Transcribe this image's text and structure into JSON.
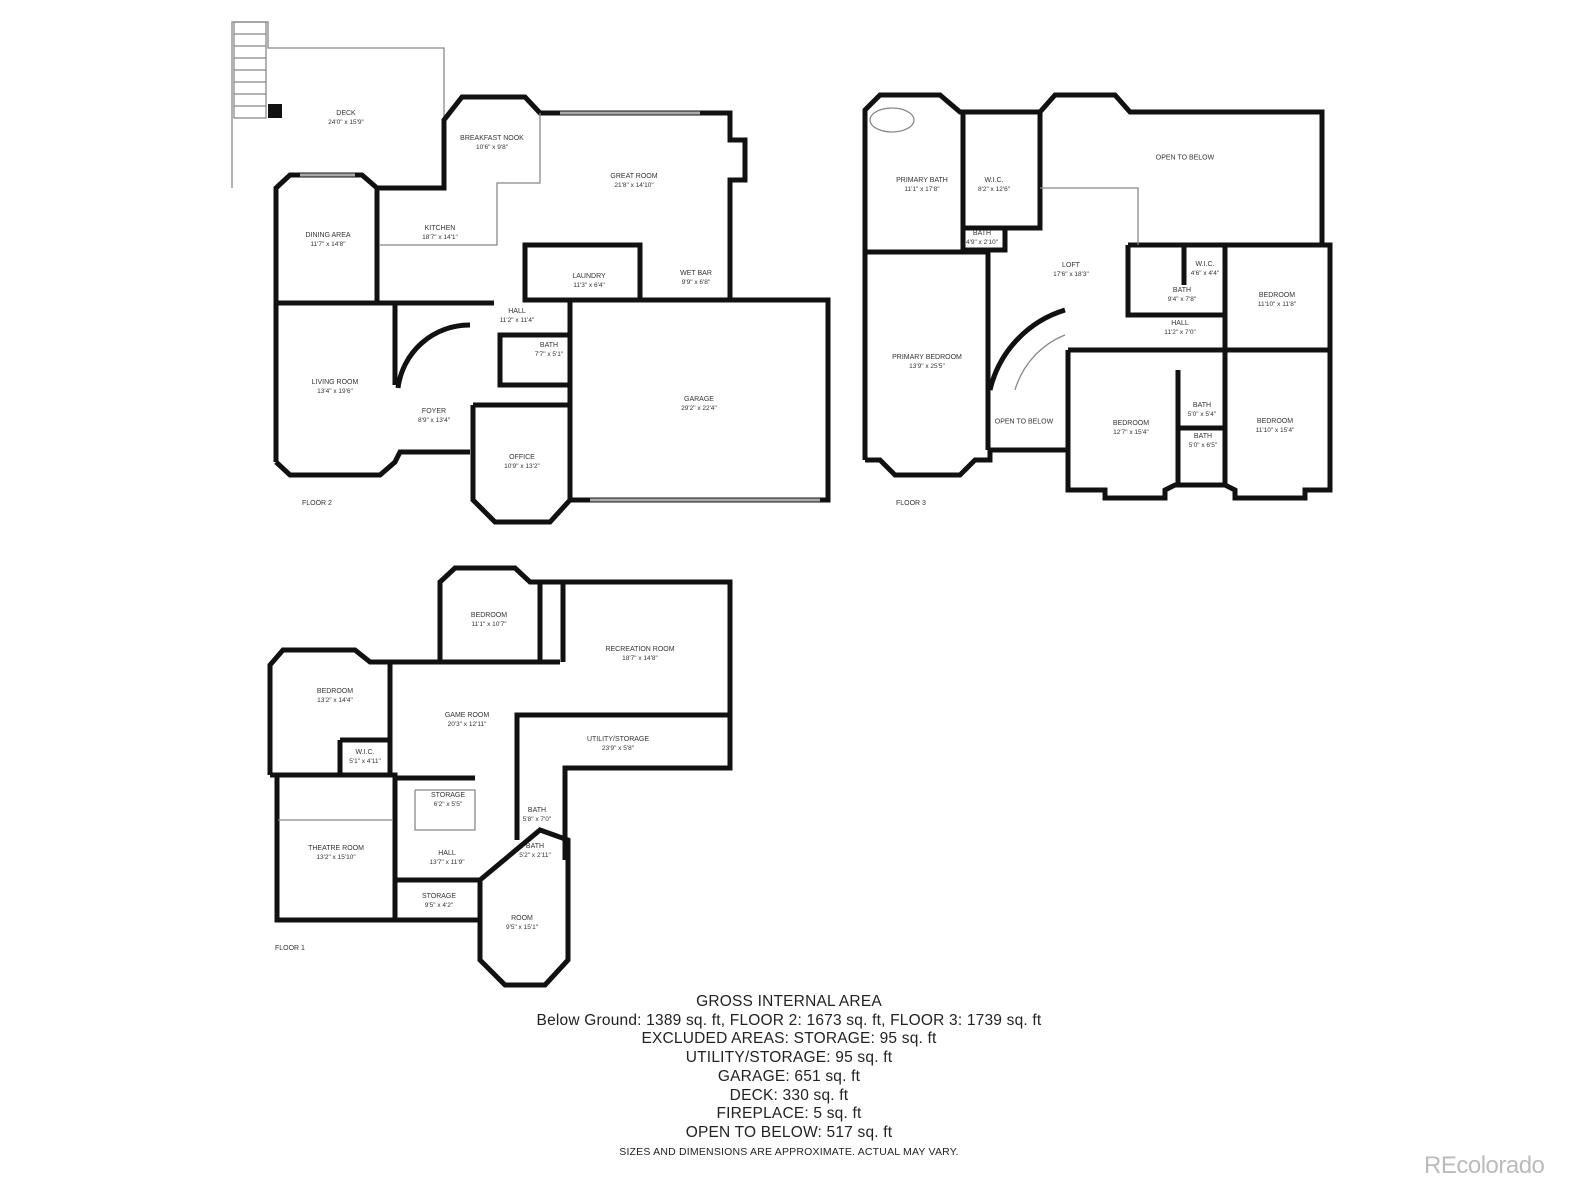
{
  "floors": [
    {
      "label": "FLOOR 2",
      "rooms": [
        {
          "name": "DECK",
          "dims": "24'0\" x 15'9\""
        },
        {
          "name": "BREAKFAST NOOK",
          "dims": "10'6\" x 9'8\""
        },
        {
          "name": "GREAT ROOM",
          "dims": "21'8\" x 14'10\""
        },
        {
          "name": "DINING AREA",
          "dims": "11'7\" x 14'8\""
        },
        {
          "name": "KITCHEN",
          "dims": "18'7\" x 14'1\""
        },
        {
          "name": "LAUNDRY",
          "dims": "11'3\" x 6'4\""
        },
        {
          "name": "WET BAR",
          "dims": "9'9\" x 6'8\""
        },
        {
          "name": "HALL",
          "dims": "11'2\" x 11'4\""
        },
        {
          "name": "BATH",
          "dims": "7'7\" x 5'1\""
        },
        {
          "name": "LIVING ROOM",
          "dims": "13'4\" x 19'6\""
        },
        {
          "name": "FOYER",
          "dims": "8'9\" x 13'4\""
        },
        {
          "name": "GARAGE",
          "dims": "29'2\" x 22'4\""
        },
        {
          "name": "OFFICE",
          "dims": "10'9\" x 13'2\""
        }
      ]
    },
    {
      "label": "FLOOR 3",
      "rooms": [
        {
          "name": "PRIMARY BATH",
          "dims": "11'1\" x 17'8\""
        },
        {
          "name": "W.I.C.",
          "dims": "8'2\" x 12'6\""
        },
        {
          "name": "OPEN TO BELOW",
          "dims": ""
        },
        {
          "name": "BATH",
          "dims": "4'9\" x 2'10\""
        },
        {
          "name": "LOFT",
          "dims": "17'6\" x 18'3\""
        },
        {
          "name": "W.I.C.",
          "dims": "4'6\" x 4'4\""
        },
        {
          "name": "BATH",
          "dims": "9'4\" x 7'8\""
        },
        {
          "name": "BEDROOM",
          "dims": "11'10\" x 11'8\""
        },
        {
          "name": "HALL",
          "dims": "11'2\" x 7'0\""
        },
        {
          "name": "PRIMARY BEDROOM",
          "dims": "13'9\" x 25'5\""
        },
        {
          "name": "OPEN TO BELOW",
          "dims": ""
        },
        {
          "name": "BATH",
          "dims": "5'0\" x 5'4\""
        },
        {
          "name": "BEDROOM",
          "dims": "12'7\" x 15'4\""
        },
        {
          "name": "BATH",
          "dims": "5'0\" x 6'5\""
        },
        {
          "name": "BEDROOM",
          "dims": "11'10\" x 15'4\""
        }
      ]
    },
    {
      "label": "FLOOR 1",
      "rooms": [
        {
          "name": "BEDROOM",
          "dims": "11'1\" x 10'7\""
        },
        {
          "name": "RECREATION ROOM",
          "dims": "18'7\" x 14'8\""
        },
        {
          "name": "BEDROOM",
          "dims": "13'2\" x 14'4\""
        },
        {
          "name": "GAME ROOM",
          "dims": "20'3\" x 12'11\""
        },
        {
          "name": "UTILITY/STORAGE",
          "dims": "23'9\" x 5'8\""
        },
        {
          "name": "W.I.C.",
          "dims": "5'1\" x 4'11\""
        },
        {
          "name": "STORAGE",
          "dims": "6'2\" x 5'5\""
        },
        {
          "name": "BATH",
          "dims": "5'8\" x 7'0\""
        },
        {
          "name": "THEATRE ROOM",
          "dims": "13'2\" x 15'10\""
        },
        {
          "name": "HALL",
          "dims": "13'7\" x 11'9\""
        },
        {
          "name": "BATH",
          "dims": "5'2\" x 2'11\""
        },
        {
          "name": "STORAGE",
          "dims": "9'5\" x 4'2\""
        },
        {
          "name": "ROOM",
          "dims": "9'5\" x 15'1\""
        }
      ]
    }
  ],
  "area_summary": {
    "heading": "GROSS INTERNAL AREA",
    "lines": [
      "Below Ground: 1389 sq. ft, FLOOR 2: 1673 sq. ft, FLOOR 3: 1739 sq. ft",
      "EXCLUDED AREAS: STORAGE: 95 sq. ft",
      "UTILITY/STORAGE: 95 sq. ft",
      "GARAGE: 651 sq. ft",
      "DECK: 330 sq. ft",
      "FIREPLACE: 5 sq. ft",
      "OPEN TO BELOW: 517 sq. ft"
    ],
    "note": "SIZES AND DIMENSIONS ARE APPROXIMATE. ACTUAL MAY VARY."
  },
  "watermark": "REcolorado"
}
